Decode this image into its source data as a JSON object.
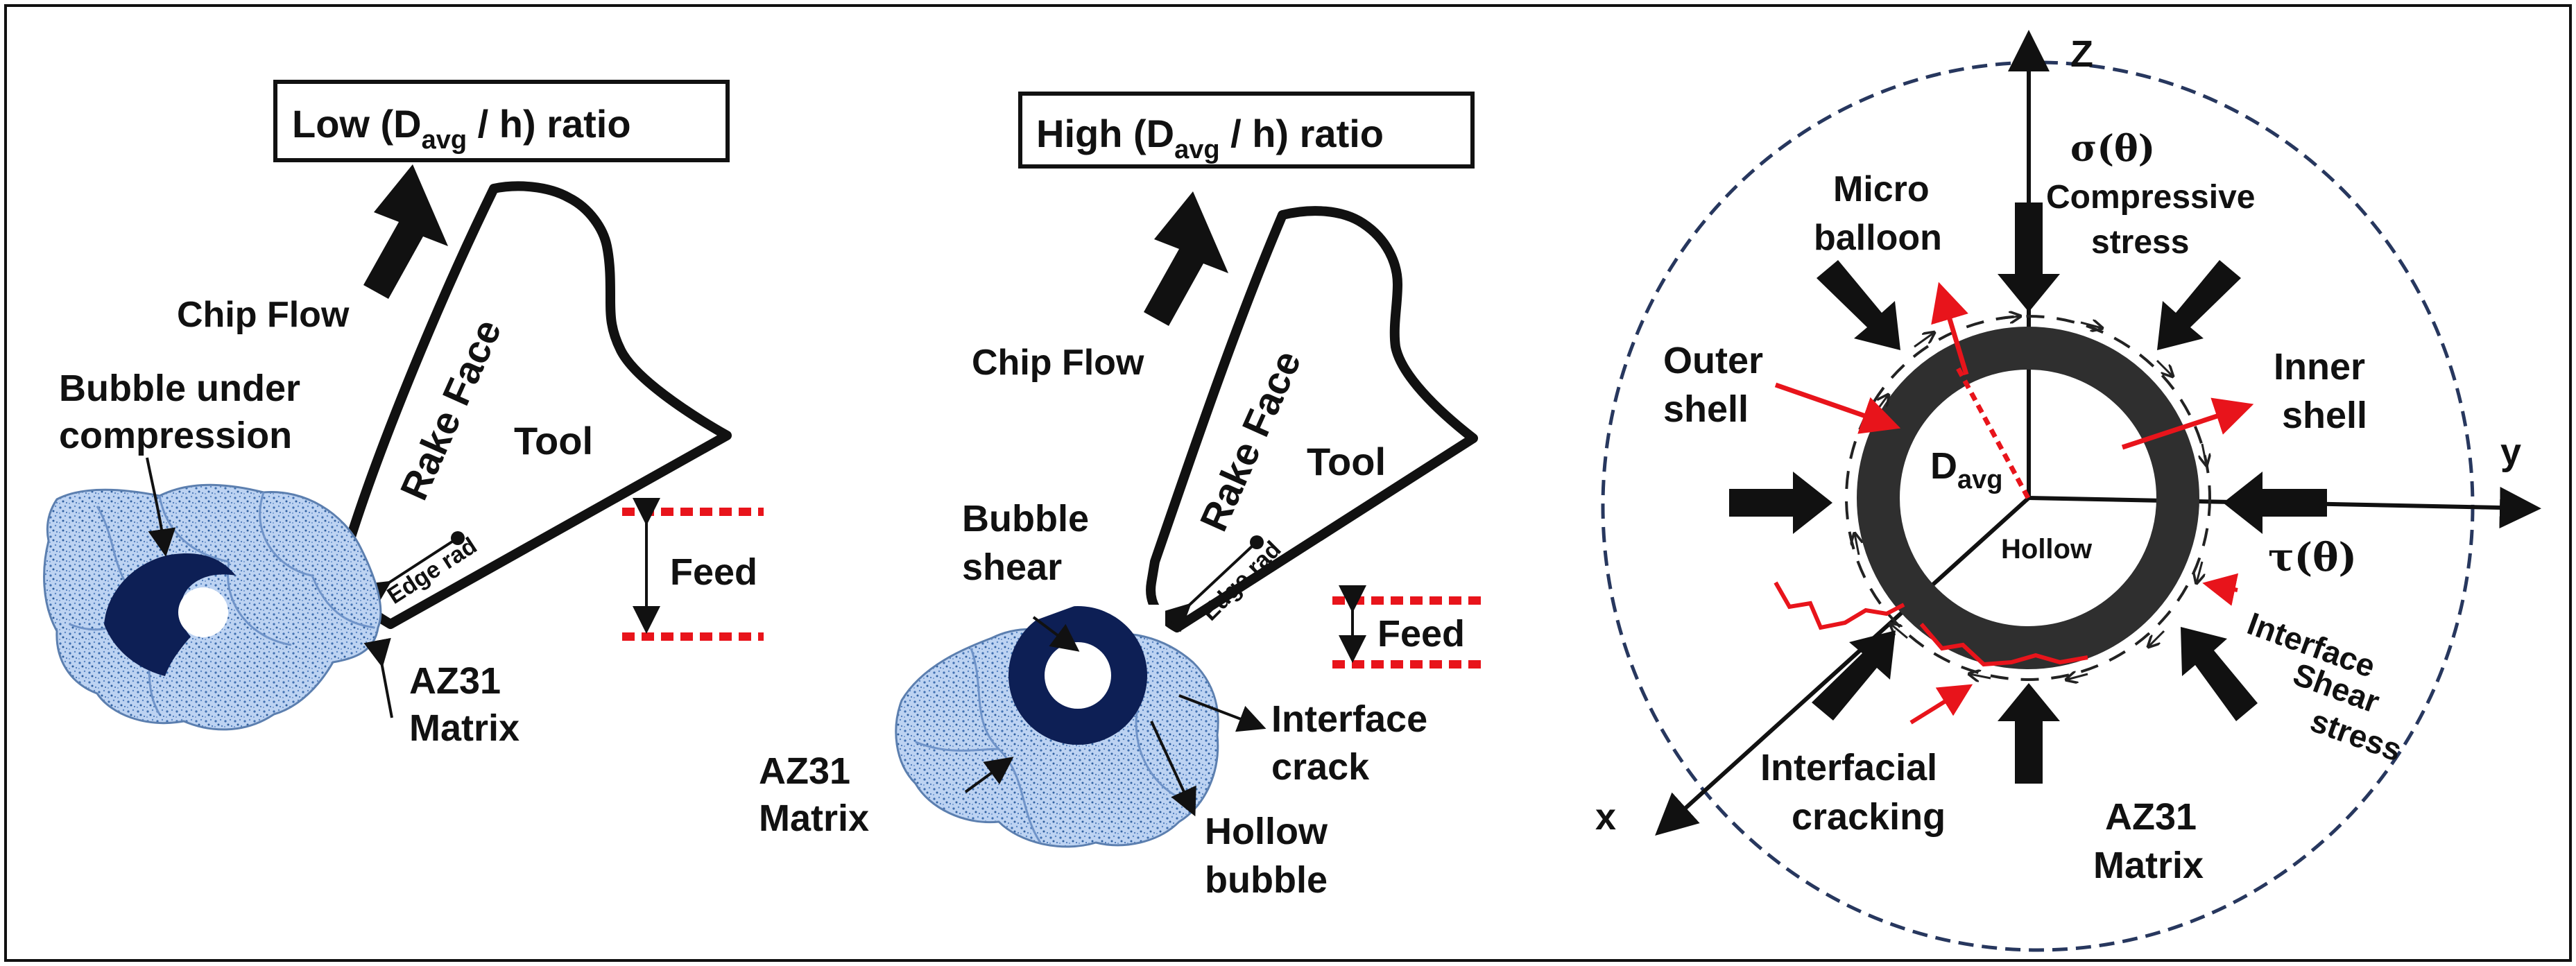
{
  "panel_left": {
    "title_prefix": "Low (D",
    "title_sub": "avg",
    "title_suffix": " / h) ratio",
    "chip_flow": "Chip Flow",
    "rake_face": "Rake Face",
    "tool": "Tool",
    "edge_rad": "Edge rad",
    "feed": "Feed",
    "bubble_line1": "Bubble under",
    "bubble_line2": "compression",
    "matrix_line1": "AZ31",
    "matrix_line2": "Matrix"
  },
  "panel_middle": {
    "title_prefix": "High (D",
    "title_sub": "avg",
    "title_suffix": " / h) ratio",
    "chip_flow": "Chip Flow",
    "rake_face": "Rake Face",
    "tool": "Tool",
    "edge_rad": "Edge rad",
    "feed": "Feed",
    "bubble_line1": "Bubble",
    "bubble_line2": "shear",
    "crack_line1": "Interface",
    "crack_line2": "crack",
    "matrix_line1": "AZ31",
    "matrix_line2": "Matrix",
    "hollow_line1": "Hollow",
    "hollow_line2": "bubble"
  },
  "panel_right": {
    "axis_z": "Z",
    "axis_y": "y",
    "axis_x": "x",
    "sigma": "σ(θ)",
    "compressive_line1": "Compressive",
    "compressive_line2": "stress",
    "micro_line1": "Micro",
    "micro_line2": "balloon",
    "outer_line1": "Outer",
    "outer_line2": "shell",
    "inner_line1": "Inner",
    "inner_line2": "shell",
    "davg_main": "D",
    "davg_sub": "avg",
    "hollow": "Hollow",
    "tau": "τ(θ)",
    "interface_line1": "Interface",
    "interface_line2": "Shear",
    "interface_line3": "stress",
    "cracking_line1": "Interfacial",
    "cracking_line2": "cracking",
    "matrix_line1": "AZ31",
    "matrix_line2": "Matrix"
  },
  "colors": {
    "black": "#111111",
    "red": "#e8141b",
    "navy": "#0d1f55",
    "matrix_fill": "#b8cff0",
    "shell": "#2f2f2f",
    "dash": "#27375e"
  }
}
